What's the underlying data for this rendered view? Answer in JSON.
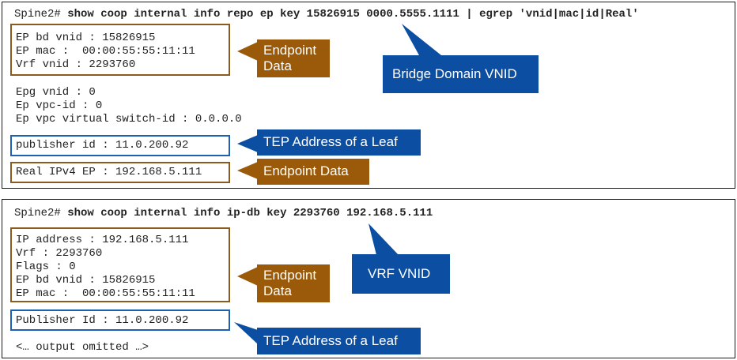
{
  "colors": {
    "brown_box": "#8b5a1e",
    "blue_box": "#2060b0",
    "brown_callout": "#9a5a0a",
    "blue_callout": "#0b4ea2"
  },
  "panel1": {
    "prompt": "Spine2#",
    "command": "show coop internal info repo ep key 15826915 0000.5555.1111 | egrep 'vnid|mac|id|Real'",
    "ep_block": [
      "EP bd vnid : 15826915",
      "EP mac :  00:00:55:55:11:11",
      "Vrf vnid : 2293760"
    ],
    "middle_lines": [
      "Epg vnid : 0",
      "Ep vpc-id : 0",
      "Ep vpc virtual switch-id : 0.0.0.0"
    ],
    "publisher_line": "publisher id : 11.0.200.92",
    "real_line": "Real IPv4 EP : 192.168.5.111",
    "callouts": {
      "endpoint_data_1": [
        "Endpoint",
        "Data"
      ],
      "bridge_domain_vnid": "Bridge Domain VNID",
      "tep_address": "TEP Address of a Leaf",
      "endpoint_data_2": "Endpoint Data"
    }
  },
  "panel2": {
    "prompt": "Spine2#",
    "command": "show coop internal info ip-db key 2293760 192.168.5.111",
    "ip_block": [
      "IP address : 192.168.5.111",
      "Vrf : 2293760",
      "Flags : 0",
      "EP bd vnid : 15826915",
      "EP mac :  00:00:55:55:11:11"
    ],
    "publisher_line": "Publisher Id : 11.0.200.92",
    "omitted_line": "<… output omitted …>",
    "callouts": {
      "endpoint_data": [
        "Endpoint",
        "Data"
      ],
      "vrf_vnid": "VRF VNID",
      "tep_address": "TEP Address of a Leaf"
    }
  }
}
